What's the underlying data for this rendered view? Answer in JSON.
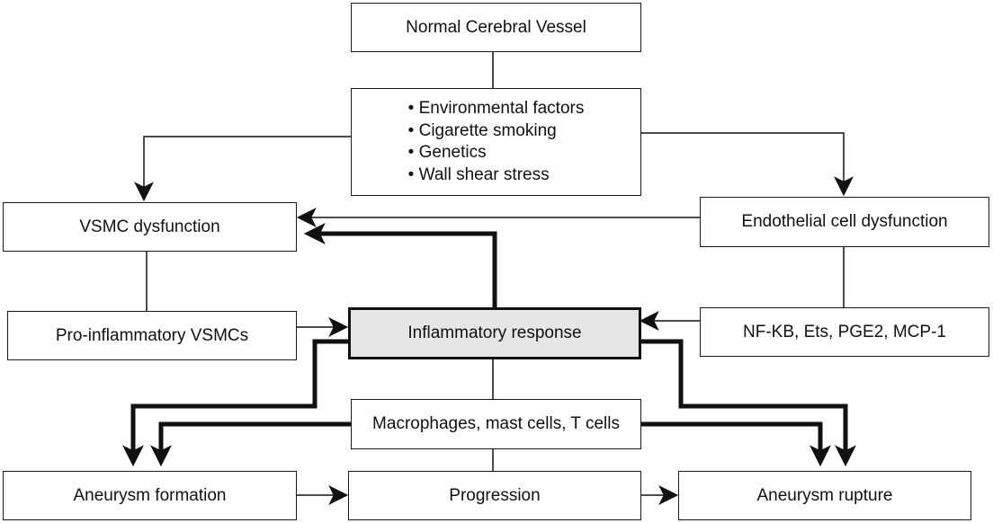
{
  "nodes": {
    "normal_vessel": "Normal Cerebral Vessel",
    "risk_factors": [
      "Environmental factors",
      "Cigarette smoking",
      "Genetics",
      "Wall shear stress"
    ],
    "vsmc_dysfunction": "VSMC dysfunction",
    "endothelial_dysfunction": "Endothelial cell dysfunction",
    "pro_inflammatory_vsmcs": "Pro-inflammatory VSMCs",
    "inflammatory_response": "Inflammatory response",
    "mediators": "NF-KB, Ets, PGE2, MCP-1",
    "immune_cells": "Macrophages, mast cells, T cells",
    "aneurysm_formation": "Aneurysm formation",
    "progression": "Progression",
    "aneurysm_rupture": "Aneurysm rupture"
  },
  "colors": {
    "stroke": "#111111",
    "highlight_fill": "#e6e6e6"
  }
}
